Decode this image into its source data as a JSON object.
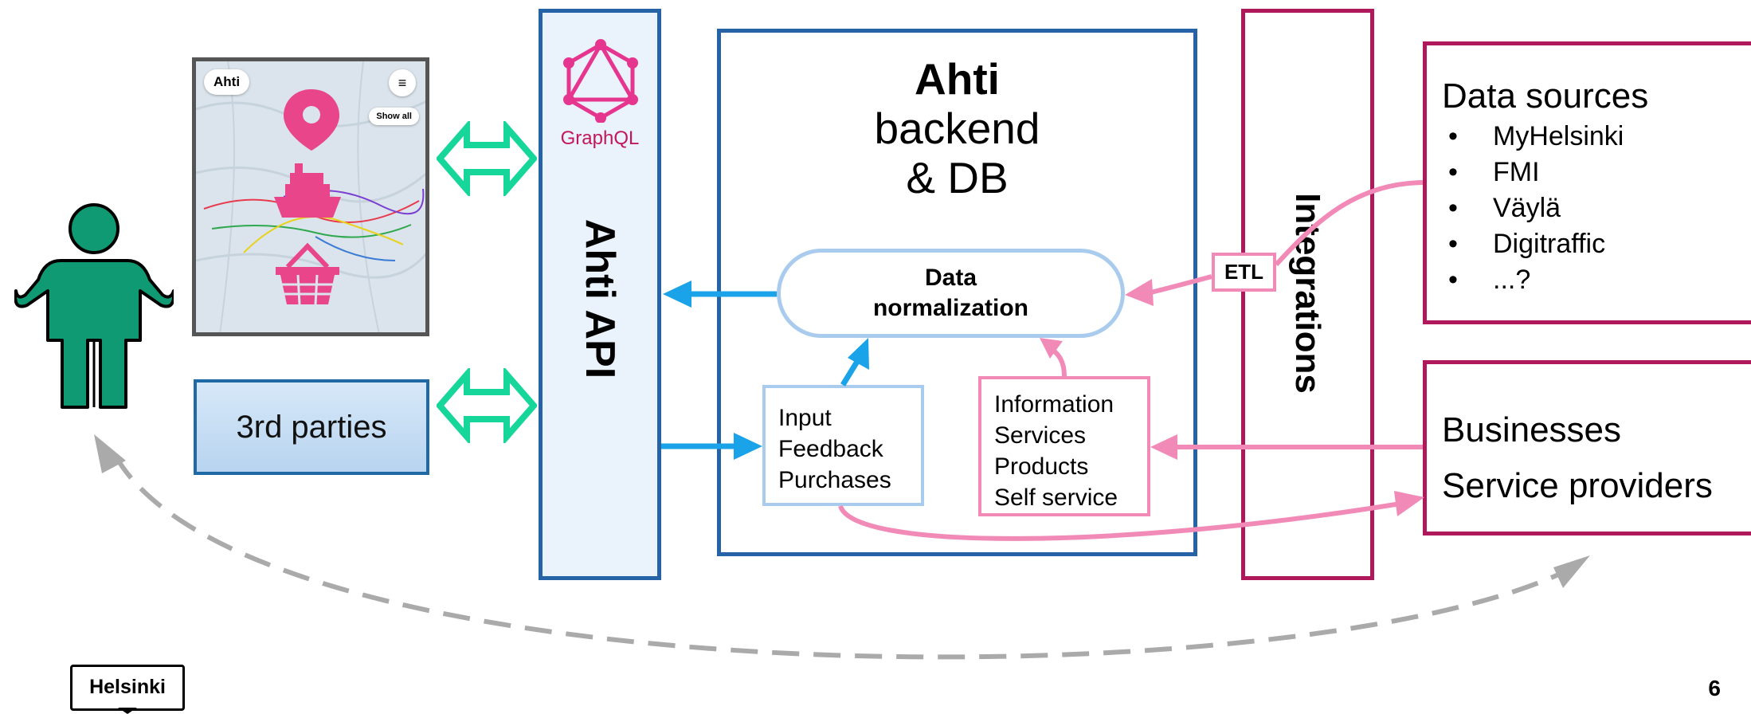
{
  "logo_text": "Helsinki",
  "page_number": "6",
  "colors": {
    "api_blue": "#2563a6",
    "magenta": "#b0185c",
    "pink": "#f28ab8",
    "arrow_blue": "#1aa3e8",
    "teal": "#16d69a",
    "person_green": "#0f9a74",
    "dashed_gray": "#aaaaaa"
  },
  "app": {
    "title": "Ahti",
    "menu_icon": "≡",
    "show_all_label": "Show all"
  },
  "third_parties_label": "3rd parties",
  "api": {
    "graphql_label": "GraphQL",
    "title": "Ahti API"
  },
  "backend": {
    "title_bold": "Ahti",
    "title_line2": "backend",
    "title_line3": "& DB",
    "normalization": [
      "Data",
      "normalization"
    ],
    "input_items": [
      "Input",
      "Feedback",
      "Purchases"
    ],
    "info_items": [
      "Information",
      "Services",
      "Products",
      "Self service"
    ]
  },
  "integrations": {
    "title": "Integrations",
    "etl_label": "ETL"
  },
  "data_sources": {
    "title": "Data sources",
    "items": [
      "MyHelsinki",
      "FMI",
      "Väylä",
      "Digitraffic",
      "...?"
    ]
  },
  "businesses": {
    "line1": "Businesses",
    "line2": "Service providers"
  }
}
